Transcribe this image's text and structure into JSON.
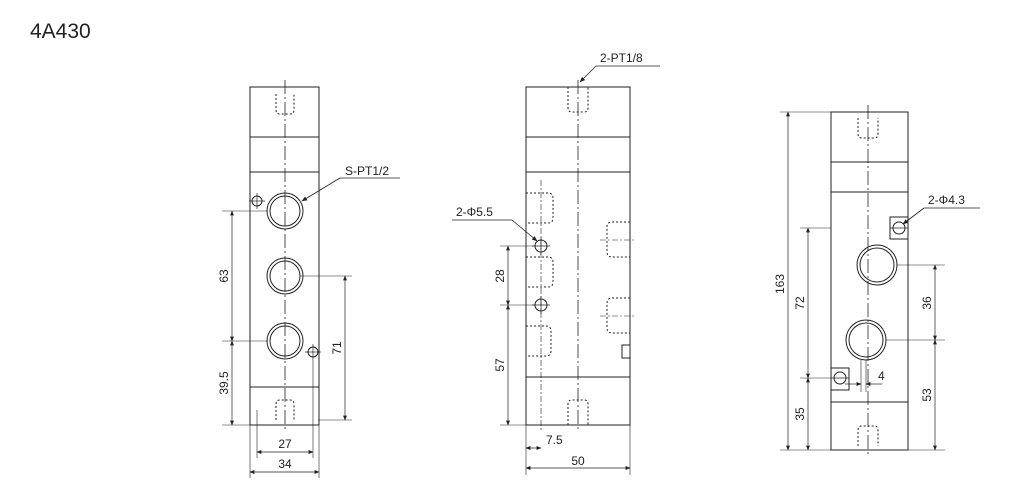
{
  "title": "4A430",
  "left_view": {
    "callout": "S-PT1/2",
    "dims": {
      "d63": "63",
      "d39_5": "39.5",
      "d71": "71",
      "d27": "27",
      "d34": "34"
    }
  },
  "middle_view": {
    "callout_top": "2-PT1/8",
    "callout_hole": "2-Φ5.5",
    "dims": {
      "d28": "28",
      "d57": "57",
      "d7_5": "7.5",
      "d50": "50"
    }
  },
  "right_view": {
    "callout_hole": "2-Φ4.3",
    "dims": {
      "d163": "163",
      "d72": "72",
      "d35": "35",
      "d36": "36",
      "d53": "53",
      "d4": "4"
    }
  }
}
